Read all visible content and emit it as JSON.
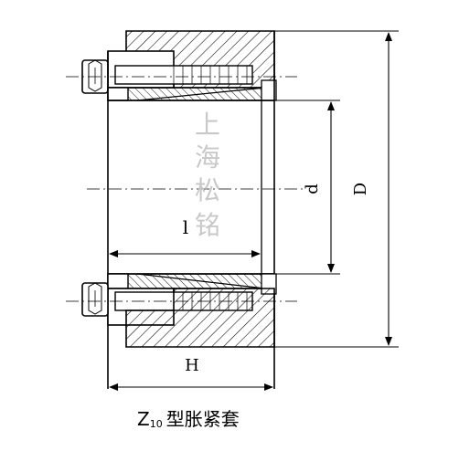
{
  "dimensions": {
    "outer_diameter": "D",
    "shaft_diameter": "d",
    "bore_length": "l",
    "overall_width": "H"
  },
  "watermark": [
    "上",
    "海",
    "松",
    "铭"
  ],
  "caption": {
    "prefix": "Z",
    "subscript": "10",
    "title": "型胀紧套"
  }
}
